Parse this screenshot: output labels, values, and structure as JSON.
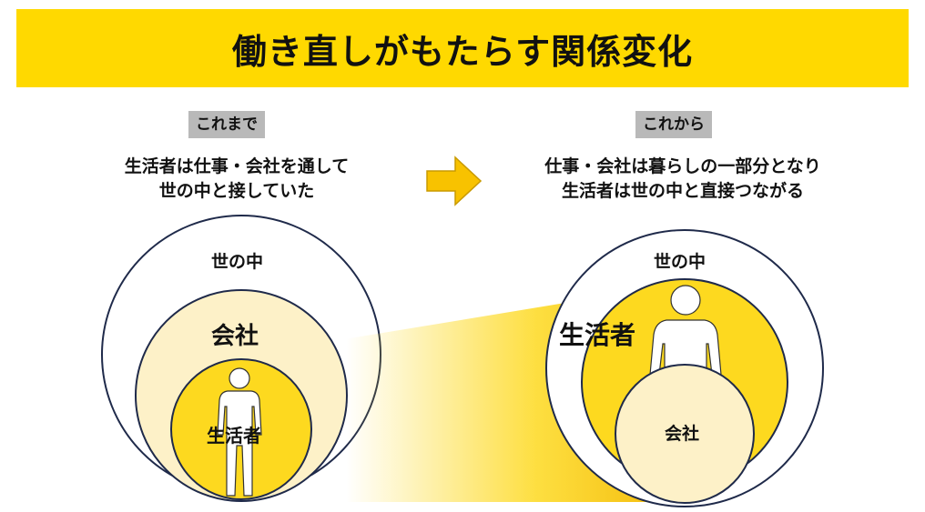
{
  "title": "働き直しがもたらす関係変化",
  "before": {
    "tag": "これまで",
    "desc_line1": "生活者は仕事・会社を通して",
    "desc_line2": "世の中と接していた",
    "outer_label": "世の中",
    "middle_label": "会社",
    "inner_label": "生活者"
  },
  "after": {
    "tag": "これから",
    "desc_line1": "仕事・会社は暮らしの一部分となり",
    "desc_line2": "生活者は世の中と直接つながる",
    "outer_label": "世の中",
    "middle_label": "生活者",
    "inner_label": "会社"
  },
  "colors": {
    "banner": "#ffd900",
    "tag_bg": "#b9b9b9",
    "yellow": "#fdd91f",
    "pale": "#fdf1c8",
    "circle_stroke": "#1f2a4a",
    "arrow": "#f8c200"
  }
}
